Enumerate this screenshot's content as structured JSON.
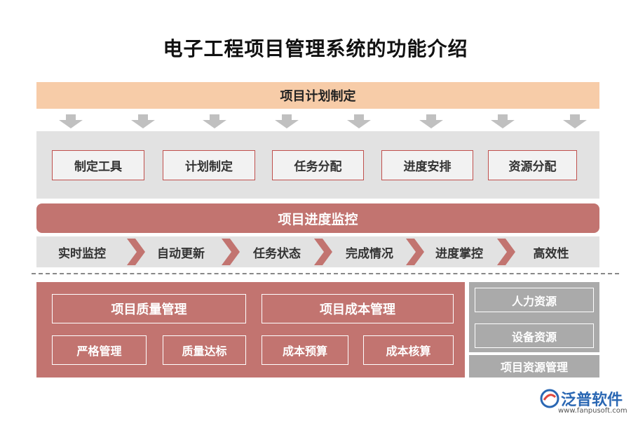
{
  "title": "电子工程项目管理系统的功能介绍",
  "plan": {
    "label": "项目计划制定",
    "arrow_count": 8,
    "items": [
      "制定工具",
      "计划制定",
      "任务分配",
      "进度安排",
      "资源分配"
    ]
  },
  "monitor": {
    "label": "项目进度监控",
    "steps": [
      "实时监控",
      "自动更新",
      "任务状态",
      "完成情况",
      "进度掌控",
      "高效性"
    ]
  },
  "quality": {
    "label": "项目质量管理",
    "items": [
      "严格管理",
      "质量达标"
    ]
  },
  "cost": {
    "label": "项目成本管理",
    "items": [
      "成本预算",
      "成本核算"
    ]
  },
  "resources": {
    "label": "项目资源管理",
    "items": [
      "人力资源",
      "设备资源"
    ]
  },
  "brand": {
    "name": "泛普软件",
    "url": "www.fanpusoft.com"
  },
  "colors": {
    "plan_band": "#f7cca8",
    "accent_red": "#c27470",
    "gray_panel": "#e2e2e2",
    "resource_gray": "#aaaaaa",
    "arrow_gray": "#c0c0c0"
  }
}
